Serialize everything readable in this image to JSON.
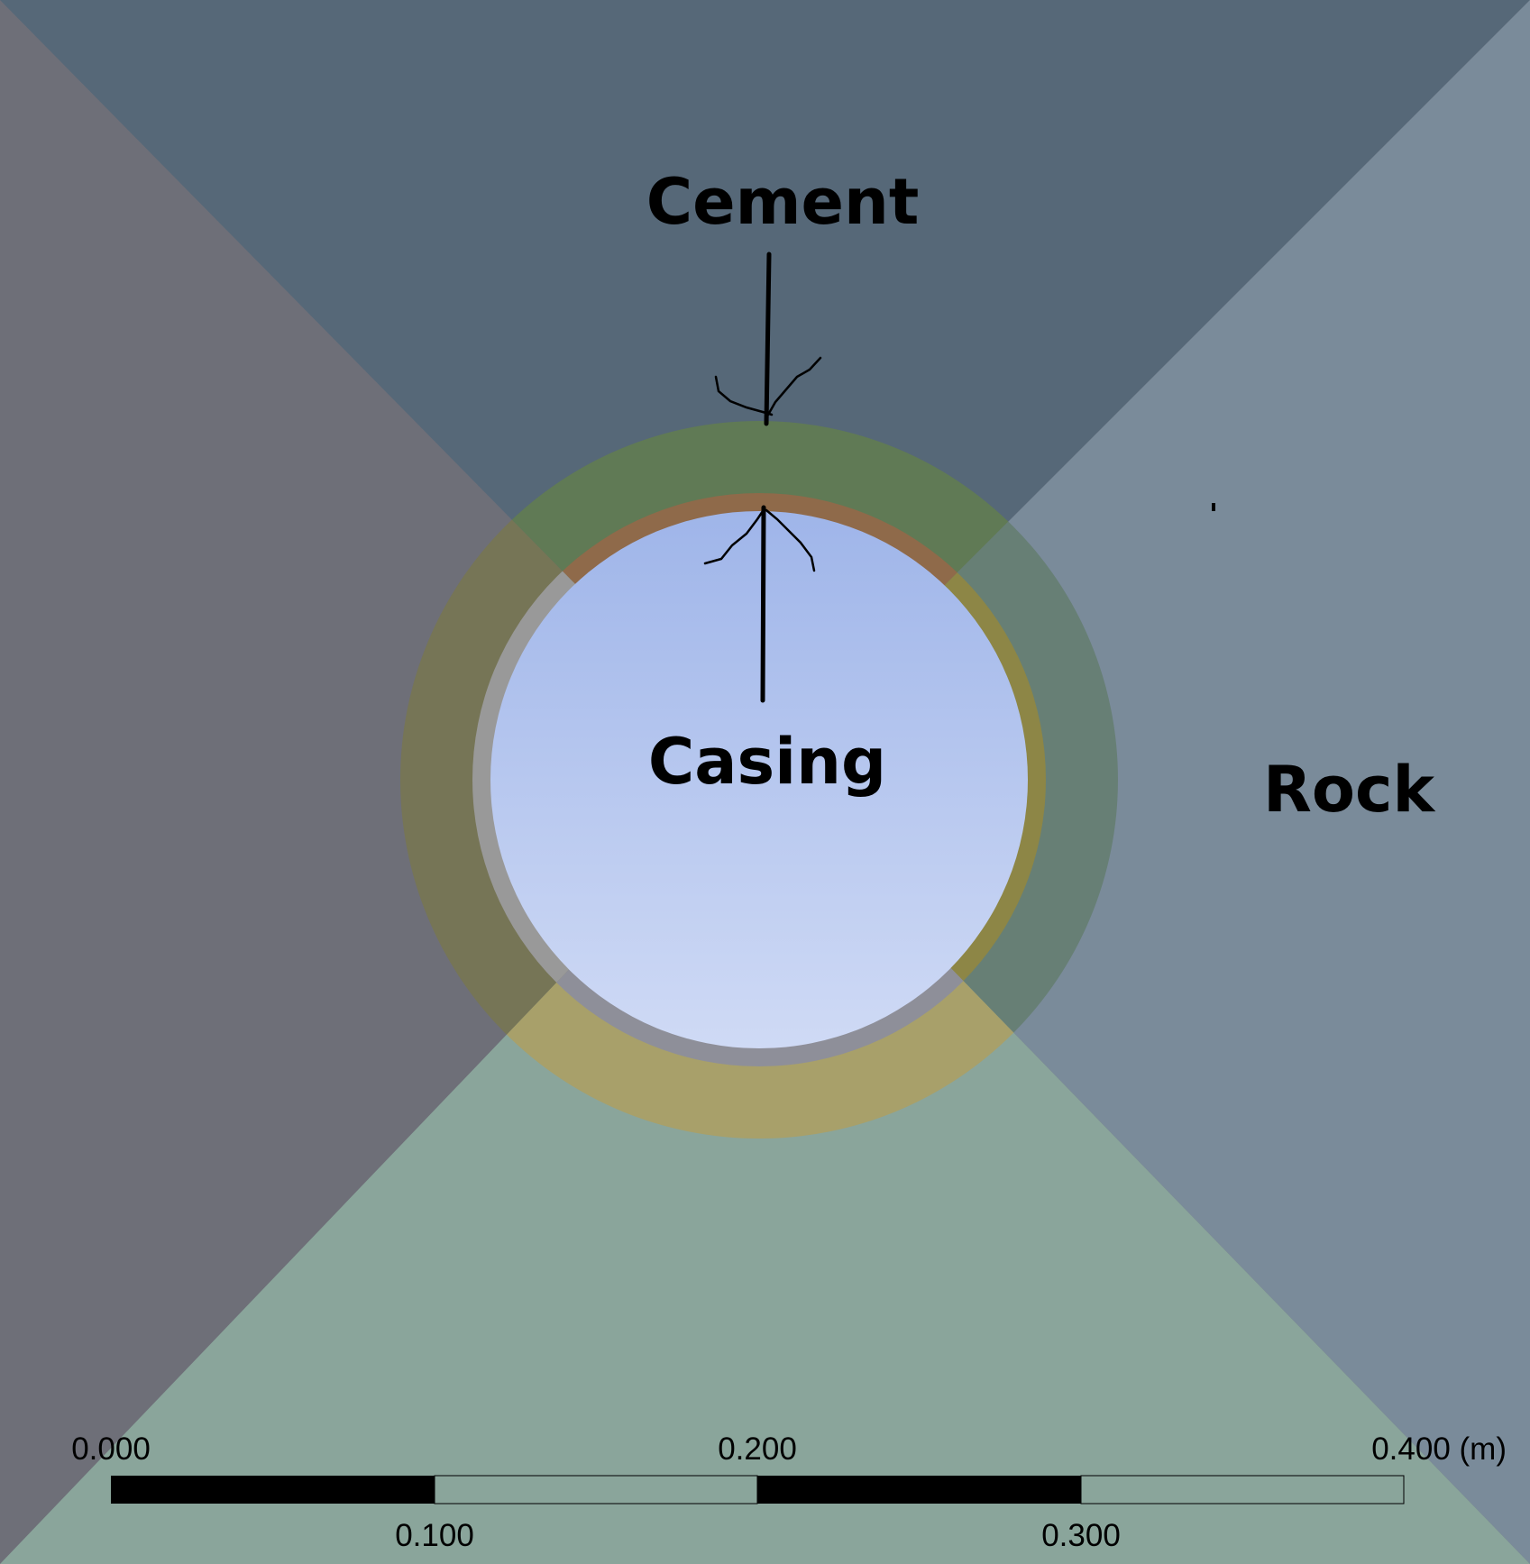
{
  "labels": {
    "cement": "Cement",
    "casing": "Casing",
    "rock": "Rock"
  },
  "scale_bar": {
    "top_ticks": [
      "0.000",
      "0.200",
      "0.400 (m)"
    ],
    "bottom_ticks": [
      "0.100",
      "0.300"
    ]
  },
  "colors": {
    "rock_left": "#6e6f78",
    "rock_top": "#566878",
    "rock_right": "#7a8b9a",
    "rock_bottom": "#8aa59b",
    "cement_top": "#607a55",
    "cement_right": "#677f75",
    "cement_bottom": "#a8a06a",
    "cement_left": "#767556",
    "casing_top": "#8f6a4a",
    "casing_right": "#8d8646",
    "casing_bottom": "#8e8f99",
    "casing_left": "#999999",
    "bore_top": "#9fb5e9",
    "bore_bottom": "#cfdaf5",
    "scale_dark": "#000000",
    "scale_light": "#8aa59b"
  }
}
